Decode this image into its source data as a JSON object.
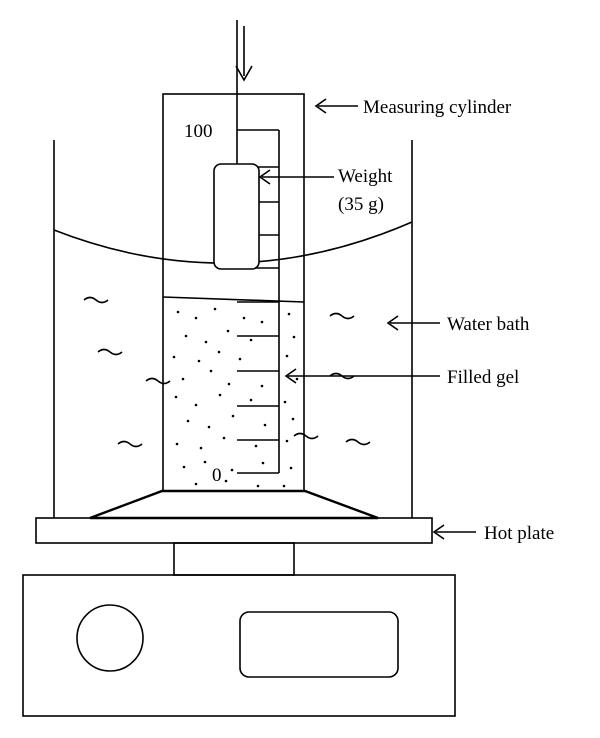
{
  "labels": {
    "measuring_cylinder": "Measuring cylinder",
    "weight_line1": "Weight",
    "weight_line2": "(35 g)",
    "water_bath": "Water bath",
    "filled_gel": "Filled gel",
    "hot_plate": "Hot plate"
  },
  "scale": {
    "top": "100",
    "bottom": "0"
  },
  "colors": {
    "stroke": "#000000",
    "background": "#ffffff"
  }
}
